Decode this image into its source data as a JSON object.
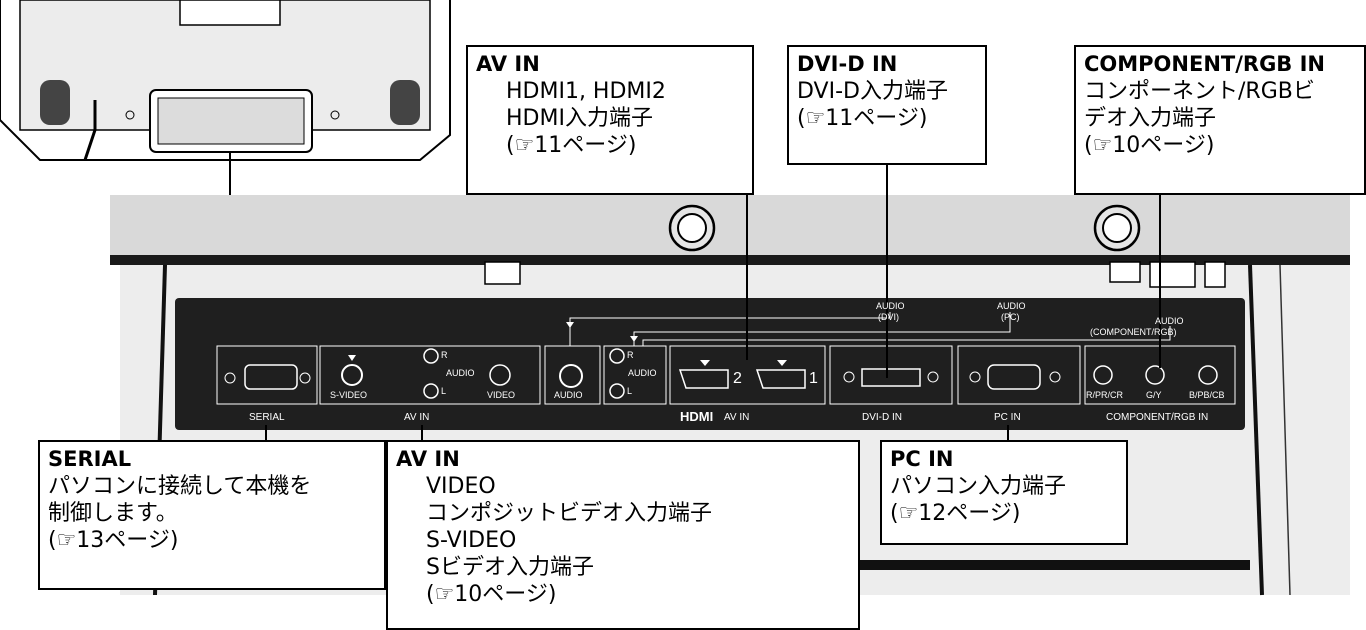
{
  "panel_labels": {
    "serial": "SERIAL",
    "s_video": "S-VIDEO",
    "audio_r": "R",
    "audio_word": "AUDIO",
    "audio_l": "L",
    "video": "VIDEO",
    "av_in": "AV IN",
    "audio": "AUDIO",
    "hdmi_2": "2",
    "hdmi_1": "1",
    "hdmi_logo": "HDMI",
    "hdmi_av_in": "AV IN",
    "dvi_d_in": "DVI-D IN",
    "pc_in": "PC IN",
    "audio_dvi_top": "AUDIO",
    "audio_dvi_sub": "(DVI)",
    "audio_pc_top": "AUDIO",
    "audio_pc_sub": "(PC)",
    "audio_comp_top": "AUDIO",
    "audio_comp_sub": "(COMPONENT/RGB)",
    "r_pr_cr": "R/PR/CR",
    "g_y": "G/Y",
    "b_pb_cb": "B/PB/CB",
    "component_rgb_in": "COMPONENT/RGB IN"
  },
  "callouts": {
    "av_in_hdmi": {
      "title": "AV IN",
      "line1": "HDMI1, HDMI2",
      "line2": "HDMI入力端子",
      "line3": "(☞11ページ)"
    },
    "dvi_d_in": {
      "title": "DVI-D IN",
      "line1": "DVI-D入力端子",
      "line2": "(☞11ページ)"
    },
    "component_rgb_in": {
      "title": "COMPONENT/RGB IN",
      "line1": "コンポーネント/RGBビ",
      "line2": "デオ入力端子",
      "line3": "(☞10ページ)"
    },
    "serial": {
      "title": "SERIAL",
      "line1": "パソコンに接続して本機を",
      "line2": "制御します。",
      "line3": "(☞13ページ)"
    },
    "av_in_video": {
      "title": "AV IN",
      "line1": "VIDEO",
      "line2": "コンポジットビデオ入力端子",
      "line3": "S-VIDEO",
      "line4": "Sビデオ入力端子",
      "line5": "(☞10ページ)"
    },
    "pc_in": {
      "title": "PC IN",
      "line1": "パソコン入力端子",
      "line2": "(☞12ページ)"
    }
  },
  "colors": {
    "panel": "#1f1f1f",
    "chassis": "#d9d9d9",
    "line": "#000000"
  }
}
